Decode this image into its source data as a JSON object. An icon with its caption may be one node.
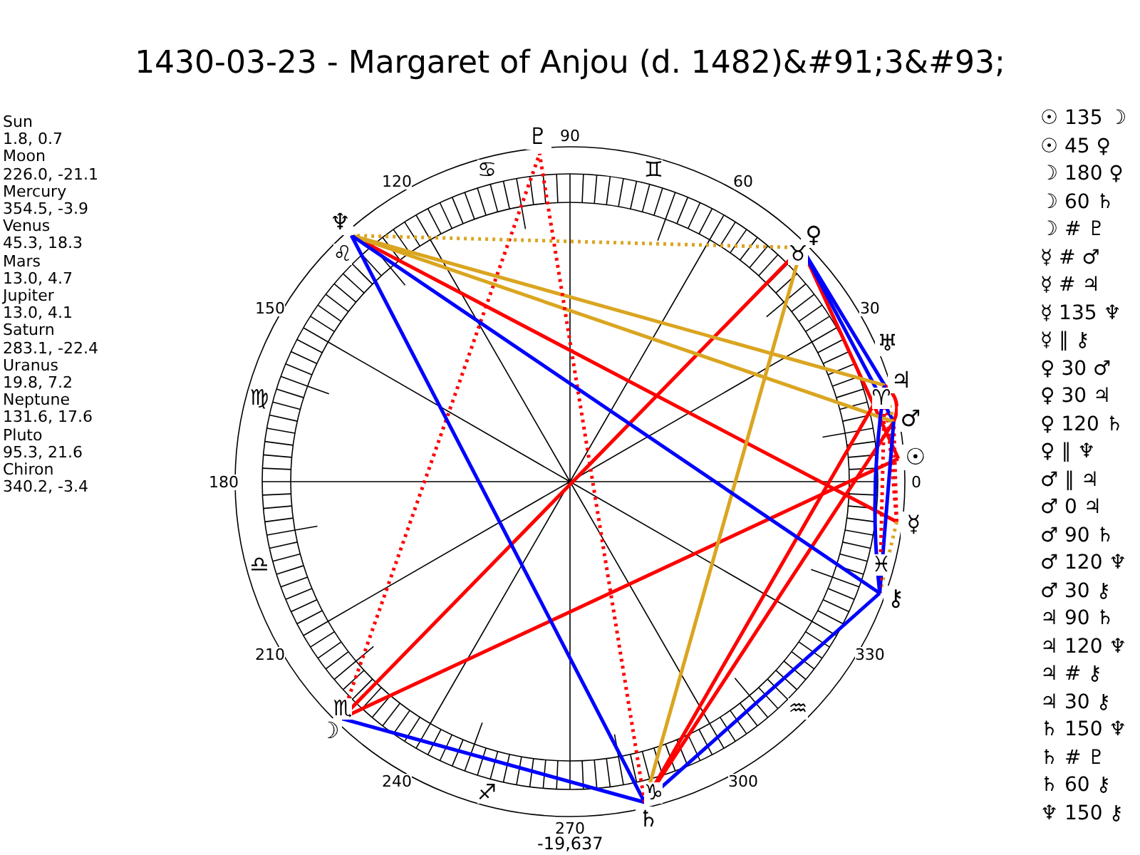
{
  "diagram": {
    "title": "1430-03-23 - Margaret of Anjou (d. 1482)&#91;3&#93;",
    "nodes": [
      {
        "text": [
          "☉"
        ]
      },
      {
        "text": [
          "☽"
        ]
      },
      {
        "text": [
          "☿"
        ]
      },
      {
        "text": [
          "♀"
        ]
      },
      {
        "text": [
          "♂"
        ]
      },
      {
        "text": [
          "♃"
        ]
      },
      {
        "text": [
          "♄"
        ]
      },
      {
        "text": [
          "♅"
        ]
      },
      {
        "text": [
          "♆"
        ]
      },
      {
        "text": [
          "♇"
        ]
      },
      {
        "text": [
          "⚷"
        ]
      }
    ],
    "edges": [
      {
        "from": 0,
        "to": 1,
        "arrow": "none"
      },
      {
        "from": 0,
        "to": 3,
        "arrow": "none"
      },
      {
        "from": 1,
        "to": 3,
        "arrow": "none"
      },
      {
        "from": 1,
        "to": 6,
        "arrow": "none",
        "color": "#0000ff"
      },
      {
        "from": 1,
        "to": 9,
        "arrow": "none",
        "style": "dashed"
      },
      {
        "from": 2,
        "to": 4,
        "arrow": "none",
        "style": "dashed"
      },
      {
        "from": 2,
        "to": 5,
        "arrow": "none",
        "style": "dashed"
      },
      {
        "from": 2,
        "to": 8,
        "arrow": "none"
      },
      {
        "from": 2,
        "to": 10,
        "arrow": "none",
        "style": "dashed",
        "color": "#daa520"
      },
      {
        "from": 3,
        "to": 4,
        "arrow": "none",
        "color": "#0000ff"
      },
      {
        "from": 3,
        "to": 5,
        "arrow": "none",
        "color": "#0000ff"
      },
      {
        "from": 3,
        "to": 6,
        "arrow": "none",
        "color": "#daa520"
      },
      {
        "from": 3,
        "to": 8,
        "arrow": "none",
        "style": "dashed",
        "color": "#daa520"
      },
      {
        "from": 4,
        "to": 5,
        "arrow": "none",
        "style": "dashed",
        "color": "#daa520"
      },
      {
        "from": 4,
        "to": 5,
        "arrow": "none"
      },
      {
        "from": 4,
        "to": 6,
        "arrow": "none"
      },
      {
        "from": 4,
        "to": 8,
        "arrow": "none",
        "color": "#daa520"
      },
      {
        "from": 4,
        "to": 10,
        "arrow": "none",
        "color": "#0000ff"
      },
      {
        "from": 5,
        "to": 6,
        "arrow": "none"
      },
      {
        "from": 5,
        "to": 8,
        "arrow": "none",
        "color": "#daa520"
      },
      {
        "from": 5,
        "to": 10,
        "arrow": "none",
        "style": "dashed"
      },
      {
        "from": 5,
        "to": 10,
        "arrow": "none",
        "color": "#0000ff"
      },
      {
        "from": 6,
        "to": 8,
        "arrow": "none",
        "color": "#0000ff"
      },
      {
        "from": 6,
        "to": 9,
        "arrow": "none",
        "style": "dashed"
      },
      {
        "from": 6,
        "to": 10,
        "arrow": "none",
        "color": "#0000ff"
      },
      {
        "from": 8,
        "to": 10,
        "arrow": "none",
        "color": "#0000ff"
      }
    ],
    "labels": [
      "Sun",
      "1.8, 0.7",
      "Moon",
      "226.0, -21.1",
      "Mercury",
      "354.5, -3.9",
      "Venus",
      "45.3, 18.3",
      "Mars",
      "13.0, 4.7",
      "Jupiter",
      "13.0, 4.1",
      "Saturn",
      "283.1, -22.4",
      "Uranus",
      "19.8, 7.2",
      "Neptune",
      "131.6, 17.6",
      "Pluto",
      "95.3, 21.6",
      "Chiron",
      "340.2, -3.4",
      "90",
      "60",
      "30",
      "0",
      "330",
      "300",
      "270",
      "240",
      "210",
      "180",
      "150",
      "120",
      "♈",
      "♉",
      "♊",
      "♋",
      "♌",
      "♍",
      "♎",
      "♏",
      "♐",
      "♑",
      "♒",
      "♓",
      "-19,637",
      "☉ 135 ☽",
      "☉ 45 ♀",
      "☽ 180 ♀",
      "☽ 60 ♄",
      "☽ # ♇",
      "☿ # ♂",
      "☿ # ♃",
      "☿ 135 ♆",
      "☿ ∥ ⚷",
      "♀ 30 ♂",
      "♀ 30 ♃",
      "♀ 120 ♄",
      "♀ ∥ ♆",
      "♂ ∥ ♃",
      "♂ 0 ♃",
      "♂ 90 ♄",
      "♂ 120 ♆",
      "♂ 30 ⚷",
      "♃ 90 ♄",
      "♃ 120 ♆",
      "♃ # ⚷",
      "♃ 30 ⚷",
      "♄ 150 ♆",
      "♄ # ♇",
      "♄ 60 ⚷",
      "♆ 150 ⚷"
    ]
  }
}
